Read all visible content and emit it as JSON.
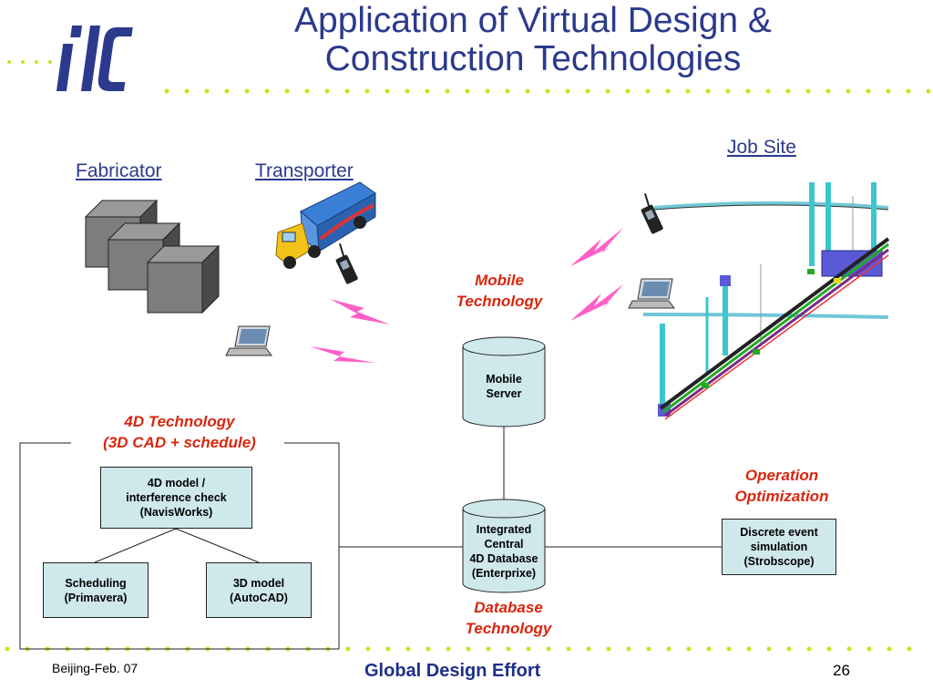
{
  "slide": {
    "logo_text": "ilc",
    "title_line1": "Application of Virtual Design &",
    "title_line2": "Construction Technologies",
    "page_number": "26"
  },
  "labels": {
    "fabricator": "Fabricator",
    "transporter": "Transporter",
    "job_site": "Job Site",
    "mobile_technology": [
      "Mobile",
      "Technology"
    ],
    "fourd_technology": [
      "4D Technology",
      "(3D CAD + schedule)"
    ],
    "operation_optimization": [
      "Operation",
      "Optimization"
    ],
    "database_technology": [
      "Database",
      "Technology"
    ]
  },
  "nodes": {
    "mobile_server": [
      "Mobile",
      "Server"
    ],
    "integrated_db": [
      "Integrated",
      "Central",
      "4D Database",
      "(Enterprixe)"
    ],
    "fourd_model": [
      "4D model /",
      "interference check",
      "(NavisWorks)"
    ],
    "scheduling": [
      "Scheduling",
      "(Primavera)"
    ],
    "threed_model": [
      "3D model",
      "(AutoCAD)"
    ],
    "discrete_event": [
      "Discrete event",
      "simulation",
      "(Strobscope)"
    ]
  },
  "footer": {
    "left": "Beijing-Feb. 07",
    "center": "Global Design Effort",
    "right": "26"
  },
  "colors": {
    "title": "#2b3a8c",
    "accent_red": "#d9260f",
    "box_fill": "#cfe8ec",
    "dots": "#cfe21b",
    "lightning": "#ff5fc8"
  }
}
